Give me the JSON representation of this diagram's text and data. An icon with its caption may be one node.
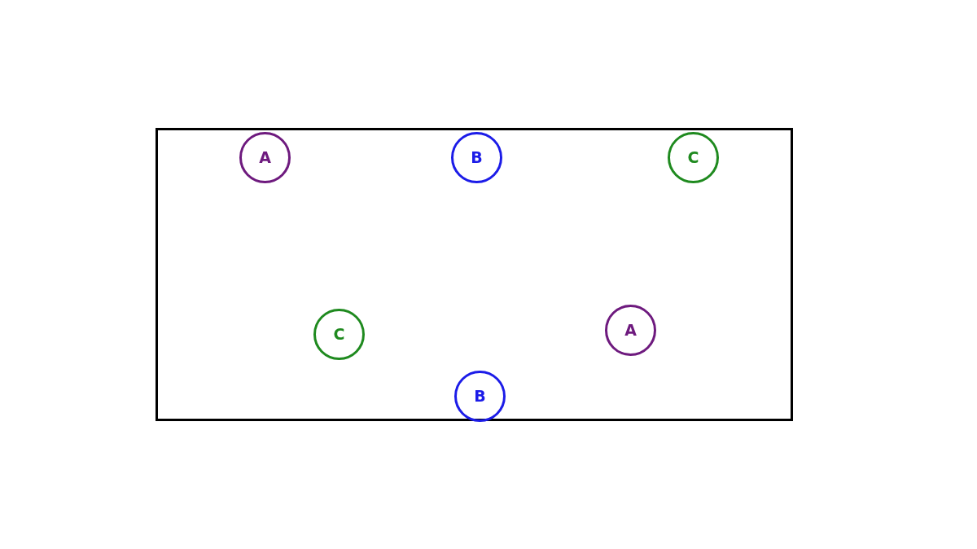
{
  "diagram": {
    "nodes": [
      {
        "text": [],
        "shape": "box"
      },
      {
        "text": [
          "A"
        ],
        "in": 0
      },
      {
        "text": [
          "B"
        ],
        "in": 0
      },
      {
        "text": [
          "C"
        ],
        "in": 0
      },
      {
        "text": [
          "C"
        ],
        "in": 0
      },
      {
        "text": [
          "A"
        ],
        "in": 0
      },
      {
        "text": [
          "B"
        ],
        "in": 0
      }
    ]
  }
}
